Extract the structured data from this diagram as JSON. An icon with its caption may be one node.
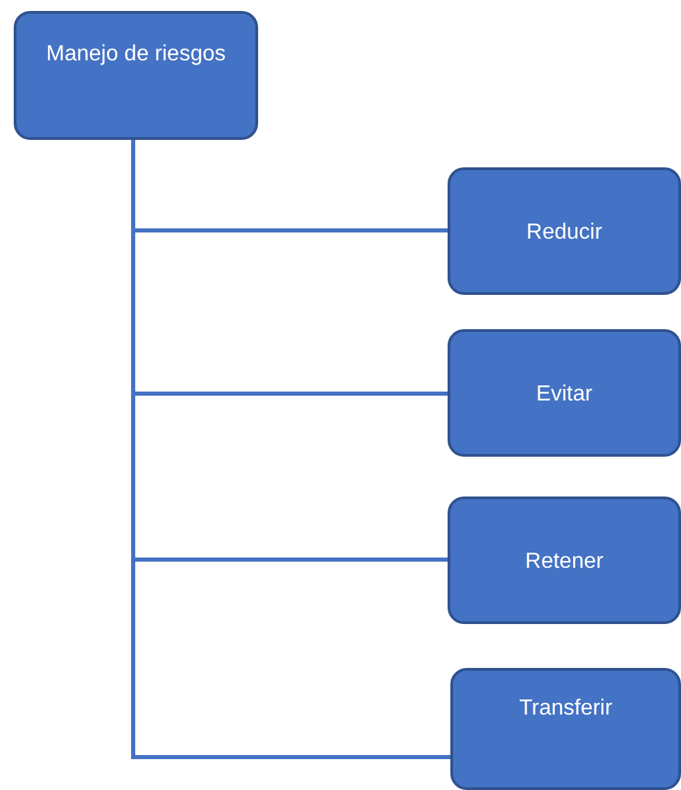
{
  "diagram": {
    "nodes": [
      {
        "text": [
          "Manejo de riesgos"
        ]
      },
      {
        "text": [
          "Reducir"
        ]
      },
      {
        "text": [
          "Evitar"
        ]
      },
      {
        "text": [
          "Retener"
        ]
      },
      {
        "text": [
          "Transferir"
        ]
      }
    ],
    "edges": [
      {
        "from": 0,
        "to": 1,
        "arrow": "none"
      },
      {
        "from": 0,
        "to": 2,
        "arrow": "none"
      },
      {
        "from": 0,
        "to": 3,
        "arrow": "none"
      },
      {
        "from": 0,
        "to": 4,
        "arrow": "none"
      }
    ]
  }
}
